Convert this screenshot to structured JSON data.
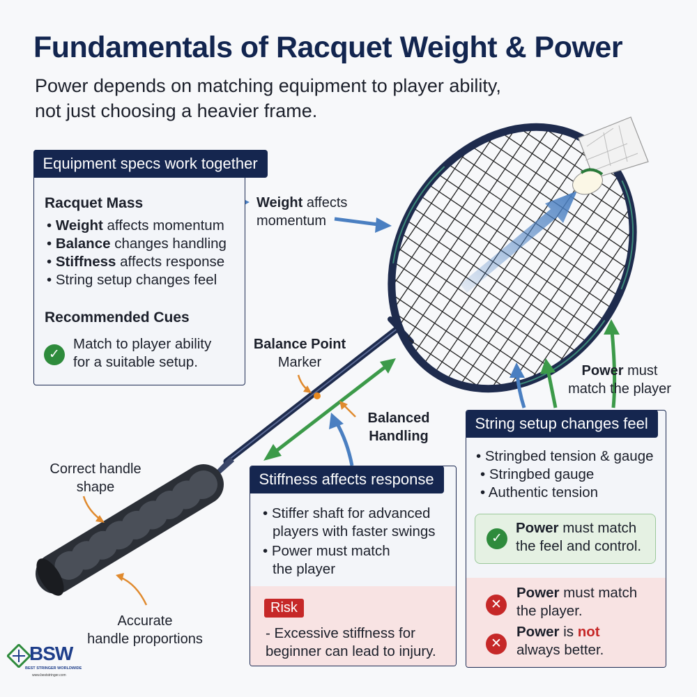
{
  "header": {
    "title": "Fundamentals of Racquet Weight & Power",
    "subtitle_line1": "Power depends on matching equipment to player ability,",
    "subtitle_line2": "not just choosing a heavier frame."
  },
  "specs_panel": {
    "header": "Equipment specs work together",
    "mass_title": "Racquet Mass",
    "items": [
      {
        "bold": "Weight",
        "rest": " affects momentum"
      },
      {
        "bold": "Balance",
        "rest": " changes handling"
      },
      {
        "bold": "Stiffness",
        "rest": " affects response"
      },
      {
        "bold": "",
        "rest": "String setup changes feel"
      }
    ],
    "cues_title": "Recommended Cues",
    "cue_line1": "Match to player ability",
    "cue_line2": "for a suitable setup."
  },
  "callouts": {
    "weight_bold": "Weight",
    "weight_rest": " affects",
    "weight_line2": "momentum",
    "balance_point": "Balance Point",
    "marker": "Marker",
    "balanced_line1": "Balanced",
    "balanced_line2": "Handling",
    "power_bold": "Power",
    "power_rest": " must",
    "power_line2": "match the player",
    "handle_shape_line1": "Correct handle",
    "handle_shape_line2": "shape",
    "handle_prop_line1": "Accurate",
    "handle_prop_line2": "handle proportions"
  },
  "stiffness_panel": {
    "header": "Stiffness affects response",
    "line1": "Stiffer shaft for advanced",
    "line2": "players with faster swings",
    "line3": "Power must match",
    "line4": "the player",
    "risk_label": "Risk",
    "risk_line1": "- Excessive stiffness for",
    "risk_line2": "beginner can lead to injury."
  },
  "string_panel": {
    "header": "String setup changes feel",
    "line1": "Stringbed tension & gauge",
    "line2": "Stringbed gauge",
    "line3": "Authentic tension",
    "good_bold": "Power",
    "good_rest": " must match",
    "good_line2": "the feel and control.",
    "bad1_bold": "Power",
    "bad1_rest": " must match",
    "bad1_line2": "the player.",
    "bad2_bold": "Power",
    "bad2_mid": " is ",
    "bad2_not": "not",
    "bad2_line2": "always better."
  },
  "logo": {
    "text": "BSW",
    "tagline": "BEST STRINGER WORLDWIDE",
    "url": "www.beststringer.com"
  },
  "colors": {
    "navy": "#15264f",
    "arrow_blue": "#4a7fc1",
    "arrow_green": "#3c9a49",
    "arrow_orange": "#e08a2e",
    "risk_red": "#c62828"
  }
}
